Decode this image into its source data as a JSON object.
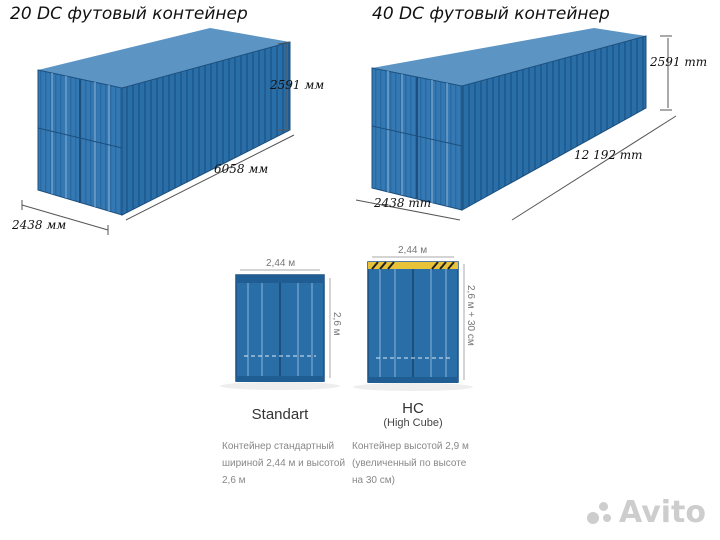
{
  "titles": {
    "c20": "20 DC футовый контейнер",
    "c40": "40 DC футовый контейнер"
  },
  "dims": {
    "c20_height": "2591 мм",
    "c20_length": "6058 мм",
    "c20_width": "2438 мм",
    "c40_height": "2591 mm",
    "c40_length": "12 192 mm",
    "c40_width": "2438 mm"
  },
  "standard": {
    "width": "2,44 м",
    "height": "2,6 м",
    "title": "Standart",
    "desc_lines": [
      "Контейнер стандартный",
      "шириной 2,44 м и высотой",
      "2,6 м"
    ]
  },
  "hc": {
    "width": "2,44 м",
    "height": "2,6 м + 30 см",
    "title": "HC",
    "subtitle": "(High Cube)",
    "desc_lines": [
      "Контейнер высотой 2,9 м",
      "(увеличенный по высоте",
      "на 30 см)"
    ]
  },
  "watermark": "Avito",
  "colors": {
    "container": "#2a6ea8",
    "container_dark": "#1c4f7d",
    "container_light": "#3e86c2"
  }
}
